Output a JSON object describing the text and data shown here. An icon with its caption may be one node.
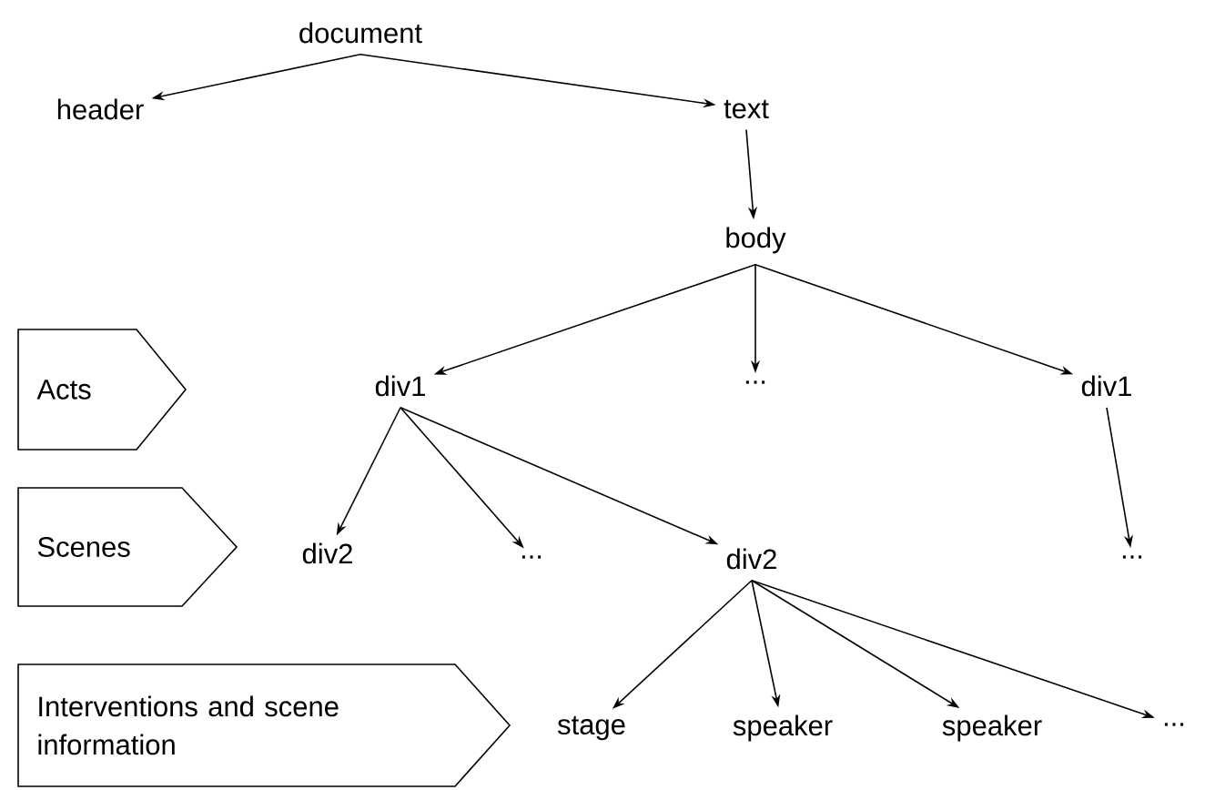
{
  "diagram": {
    "nodes": [
      {
        "text": [
          "document"
        ]
      },
      {
        "text": [
          "header"
        ]
      },
      {
        "text": [
          "text"
        ]
      },
      {
        "text": [
          "body"
        ]
      },
      {
        "text": [
          "div1"
        ]
      },
      {
        "text": [
          "..."
        ]
      },
      {
        "text": [
          "div1"
        ]
      },
      {
        "text": [
          "div2"
        ]
      },
      {
        "text": [
          "..."
        ]
      },
      {
        "text": [
          "div2"
        ]
      },
      {
        "text": [
          "..."
        ]
      },
      {
        "text": [
          "stage"
        ]
      },
      {
        "text": [
          "speaker"
        ]
      },
      {
        "text": [
          "speaker"
        ]
      },
      {
        "text": [
          "..."
        ]
      },
      {
        "text": [
          "Acts"
        ]
      },
      {
        "text": [
          "Scenes"
        ]
      },
      {
        "text": [
          "Interventions and scene information"
        ]
      }
    ],
    "edges": [
      {
        "from": 0,
        "to": 1,
        "arrow": "to"
      },
      {
        "from": 0,
        "to": 2,
        "arrow": "to"
      },
      {
        "from": 2,
        "to": 3,
        "arrow": "to"
      },
      {
        "from": 3,
        "to": 4,
        "arrow": "to"
      },
      {
        "from": 3,
        "to": 5,
        "arrow": "to"
      },
      {
        "from": 3,
        "to": 6,
        "arrow": "to"
      },
      {
        "from": 4,
        "to": 7,
        "arrow": "to"
      },
      {
        "from": 4,
        "to": 8,
        "arrow": "to"
      },
      {
        "from": 4,
        "to": 9,
        "arrow": "to"
      },
      {
        "from": 6,
        "to": 10,
        "arrow": "to"
      },
      {
        "from": 9,
        "to": 11,
        "arrow": "to"
      },
      {
        "from": 9,
        "to": 12,
        "arrow": "to"
      },
      {
        "from": 9,
        "to": 13,
        "arrow": "to"
      },
      {
        "from": 9,
        "to": 14,
        "arrow": "to"
      }
    ]
  }
}
